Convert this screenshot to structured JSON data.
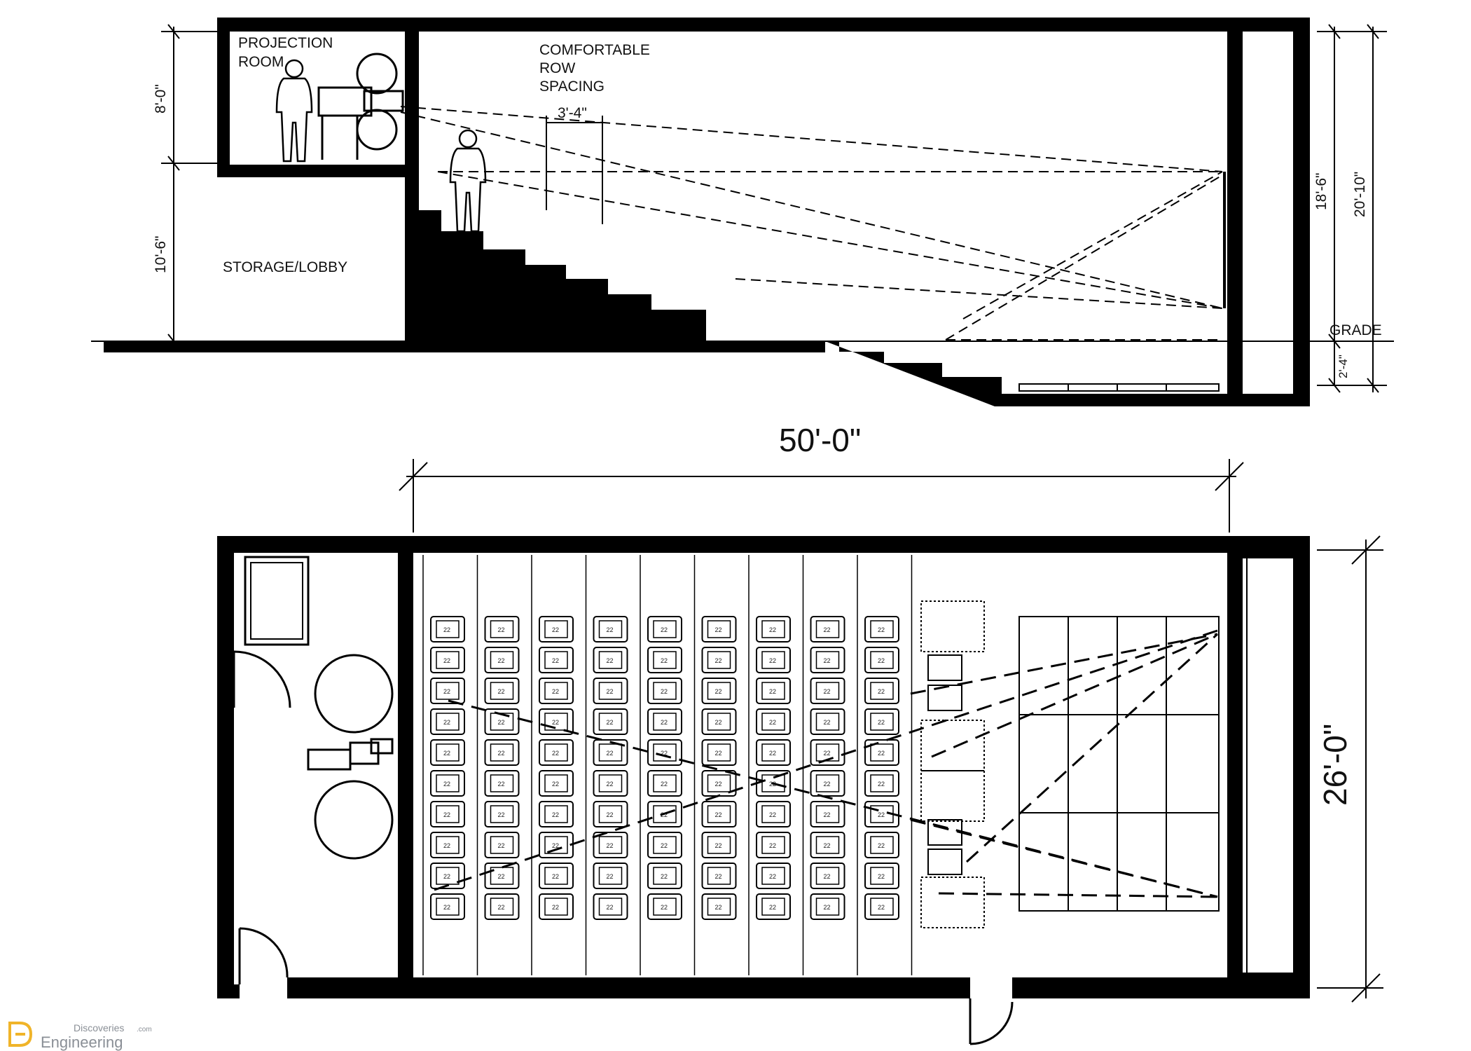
{
  "section": {
    "projection_room": [
      "PROJECTION",
      "ROOM"
    ],
    "row_spacing_note": [
      "COMFORTABLE",
      "ROW",
      "SPACING"
    ],
    "row_spacing_dim": "3'-4\"",
    "storage_label": "STORAGE/LOBBY",
    "grade_label": "GRADE",
    "dim_projection_height": "8'-0\"",
    "dim_lower_height": "10'-6\"",
    "dim_ceiling": "18'-6\"",
    "dim_overall": "20'-10\"",
    "dim_below_grade": "2'-4\""
  },
  "plan": {
    "length_dim": "50'-0\"",
    "width_dim": "26'-0\"",
    "seat_label": "22",
    "seat_rows": 9,
    "seats_per_row": 10
  },
  "watermark": {
    "line1": "Discoveries",
    "suffix": ".com",
    "line2": "Engineering"
  }
}
